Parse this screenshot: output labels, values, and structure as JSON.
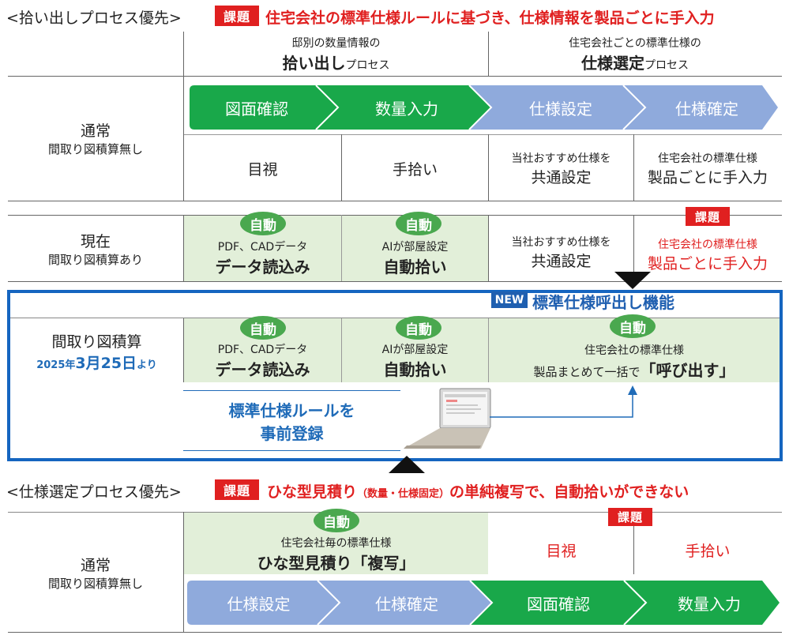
{
  "top": {
    "heading": "<拾い出しプロセス優先>",
    "kadai": "課題",
    "issue": "住宅会社の標準仕様ルールに基づき、仕様情報を製品ごとに手入力",
    "col1_sub": "邸別の数量情報の",
    "col1_main": "拾い出し",
    "col1_tail": "プロセス",
    "col2_sub": "住宅会社ごとの標準仕様の",
    "col2_main": "仕様選定",
    "col2_tail": "プロセス"
  },
  "row_normal": {
    "label1": "通常",
    "label2": "間取り図積算無し",
    "steps": [
      "図面確認",
      "数量入力",
      "仕様設定",
      "仕様確定"
    ],
    "cells": [
      {
        "text": "目視"
      },
      {
        "text": "手拾い"
      },
      {
        "sub": "当社おすすめ仕様を",
        "main": "共通設定"
      },
      {
        "sub": "住宅会社の標準仕様",
        "main": "製品ごとに手入力"
      }
    ]
  },
  "row_current": {
    "label1": "現在",
    "label2": "間取り図積算あり",
    "badge": "自動",
    "kadai": "課題",
    "cells": [
      {
        "sub": "PDF、CADデータ",
        "main": "データ読込み"
      },
      {
        "sub": "AIが部屋設定",
        "main": "自動拾い"
      },
      {
        "sub": "当社おすすめ仕様を",
        "main": "共通設定"
      },
      {
        "sub": "住宅会社の標準仕様",
        "main": "製品ごとに手入力"
      }
    ]
  },
  "new_box": {
    "new_tag": "NEW",
    "feature": "標準仕様呼出し機能",
    "label1": "間取り図積算",
    "date_year": "2025年",
    "date_md": "3月25日",
    "date_tail": "より",
    "badge": "自動",
    "cells": [
      {
        "sub": "PDF、CADデータ",
        "main": "データ読込み"
      },
      {
        "sub": "AIが部屋設定",
        "main": "自動拾い"
      },
      {
        "sub": "住宅会社の標準仕様",
        "main_pre": "製品まとめて一括で",
        "main_em": "「呼び出す」"
      }
    ],
    "register1": "標準仕様ルールを",
    "register2": "事前登録"
  },
  "bottom": {
    "heading": "<仕様選定プロセス優先>",
    "kadai": "課題",
    "issue_a": "ひな型見積り",
    "issue_b": "（数量・仕様固定）",
    "issue_c": "の単純複写で、自動拾いができない",
    "label1": "通常",
    "label2": "間取り図積算無し",
    "badge": "自動",
    "copy_sub": "住宅会社毎の標準仕様",
    "copy_main": "ひな型見積り「複写」",
    "red1": "目視",
    "red2": "手拾い",
    "steps": [
      "仕様設定",
      "仕様確定",
      "図面確認",
      "数量入力"
    ]
  },
  "colors": {
    "green_arrow": "#19a84a",
    "blue_arrow": "#8faadc",
    "light_green": "#e2efd9",
    "kadai_red": "#e02020",
    "new_frame": "#1565c0"
  }
}
